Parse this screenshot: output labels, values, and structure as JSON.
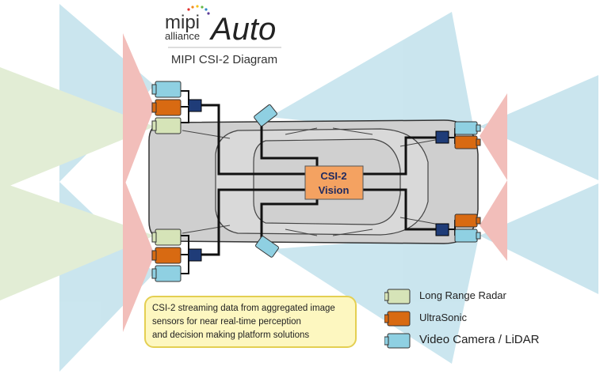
{
  "logo": {
    "mipi": "mipi",
    "alliance": "alliance",
    "auto": "Auto"
  },
  "title": "MIPI CSI-2 Diagram",
  "center_box": {
    "line1": "CSI-2",
    "line2": "Vision",
    "color": "#f4a261"
  },
  "note": {
    "lines": [
      "CSI-2 streaming data from aggregated image",
      "sensors for near real-time perception",
      "and decision making platform solutions"
    ]
  },
  "legend": [
    {
      "label": "Long Range Radar",
      "color": "#d6e4b8"
    },
    {
      "label": "UltraSonic",
      "color": "#d86a12"
    },
    {
      "label": "Video Camera / LiDAR",
      "color": "#8fd0e2"
    }
  ],
  "colors": {
    "camera_fov": "#b9dde9",
    "radar_fov": "#d9e8c8",
    "ultrasonic_fov": "#eea9a4",
    "aggregator": "#1f3c78",
    "car_body": "#c9c9c9"
  }
}
